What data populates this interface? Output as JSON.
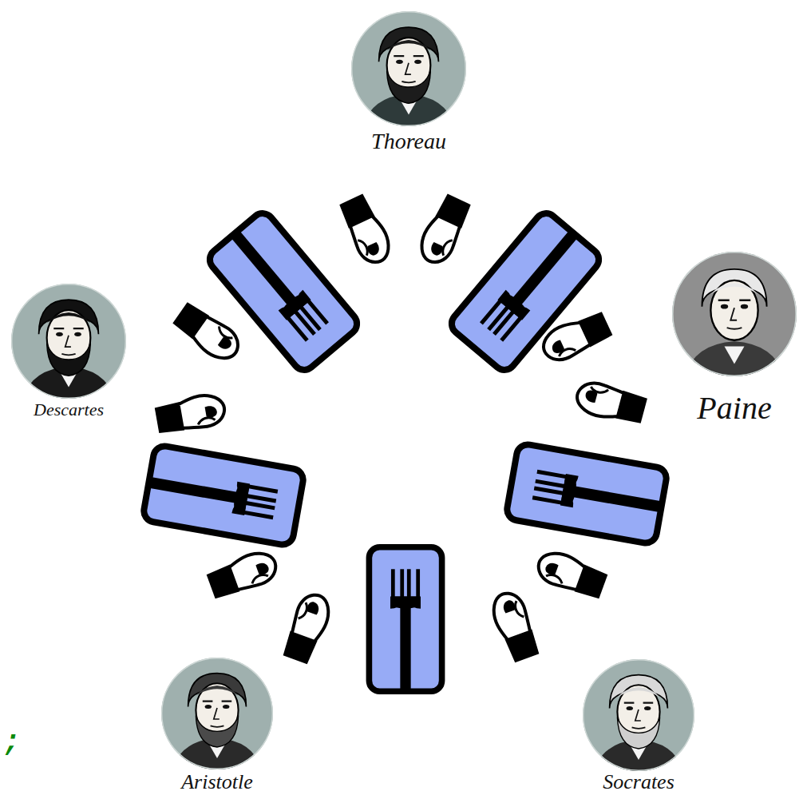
{
  "diagram": {
    "nodes": [
      {
        "text": [
          "Thoreau"
        ]
      },
      {
        "text": [
          "Paine"
        ]
      },
      {
        "text": [
          "Descartes"
        ]
      },
      {
        "text": [
          "Aristotle"
        ]
      },
      {
        "text": [
          "Socrates"
        ]
      }
    ],
    "labels": [
      ";"
    ]
  }
}
